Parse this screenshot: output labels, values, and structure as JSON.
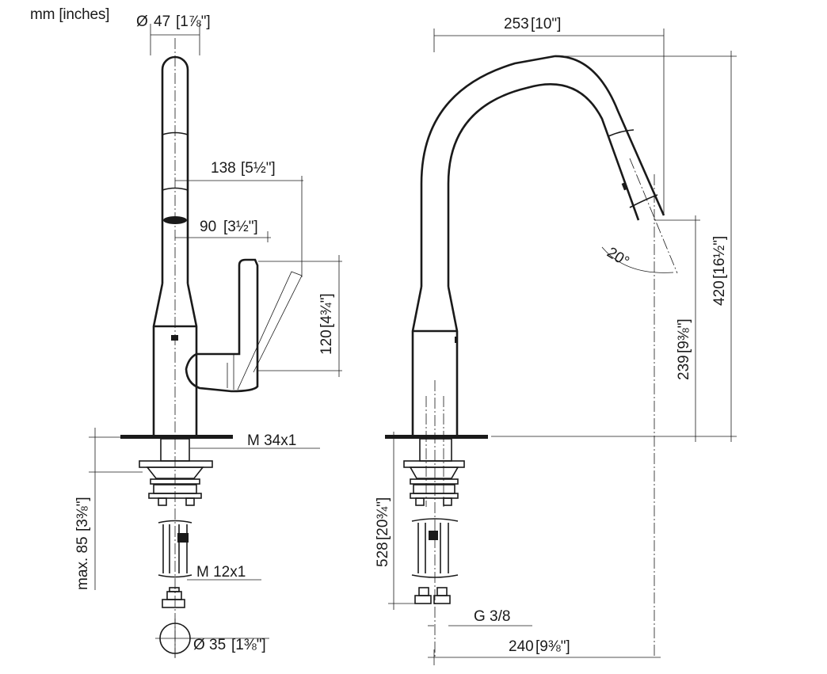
{
  "units_label": "mm [inches]",
  "dimensions": {
    "spout_diameter": {
      "value": "47",
      "imperial": "1⅞\""
    },
    "overall_width": {
      "value": "253",
      "imperial": "10\""
    },
    "spout_reach": {
      "value": "138",
      "imperial": "5½\""
    },
    "handle_reach": {
      "value": "90",
      "imperial": "3½\""
    },
    "handle_height": {
      "value": "120",
      "imperial": "4¾\""
    },
    "overall_height": {
      "value": "420",
      "imperial": "16½\""
    },
    "outlet_height": {
      "value": "239",
      "imperial": "9⅜\""
    },
    "spray_angle": {
      "value": "20°"
    },
    "mount_thread": {
      "value": "M 34x1"
    },
    "deck_thickness": {
      "value": "max. 85",
      "imperial": "3⅜\""
    },
    "hose_thread": {
      "value": "M 12x1"
    },
    "hole_diameter": {
      "value": "35",
      "imperial": "1⅜\""
    },
    "hose_length": {
      "value": "528",
      "imperial": "20¾\""
    },
    "connection": {
      "value": "G 3/8"
    },
    "connection_offset": {
      "value": "240",
      "imperial": "9⅜\""
    }
  }
}
